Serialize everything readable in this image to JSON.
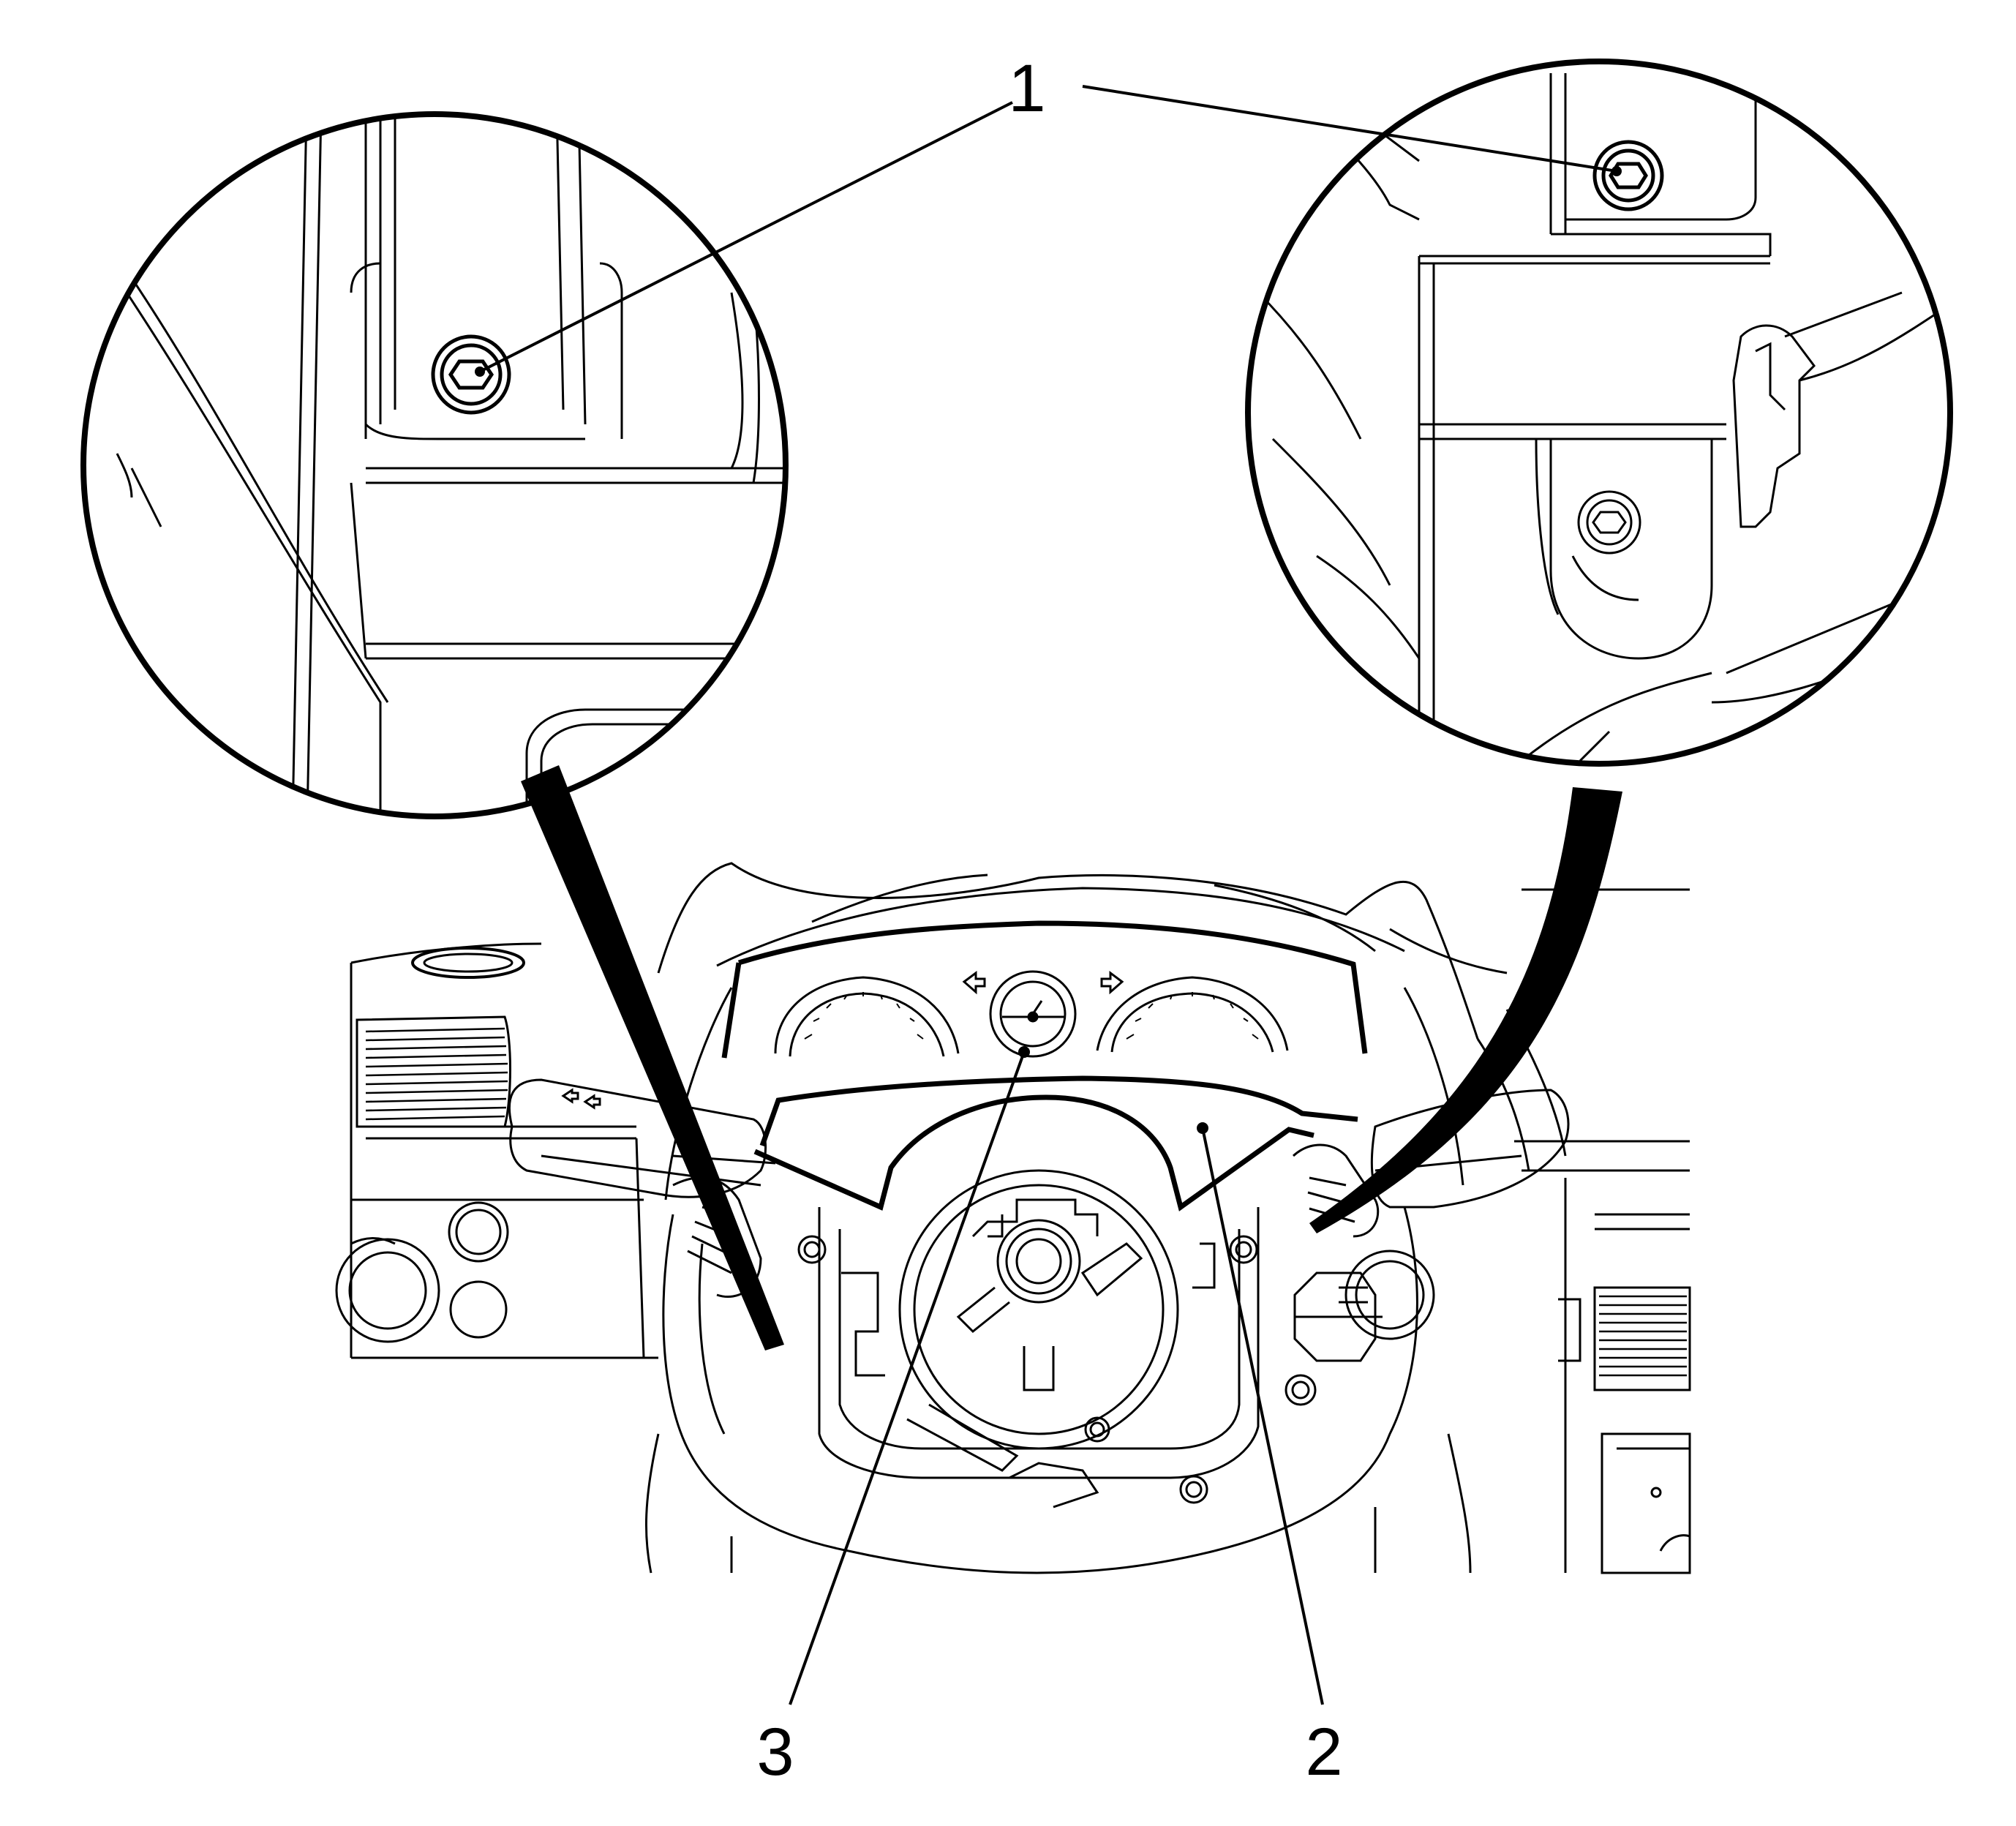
{
  "figure": {
    "callouts": [
      {
        "id": "1",
        "label": "1"
      },
      {
        "id": "2",
        "label": "2"
      },
      {
        "id": "3",
        "label": "3"
      }
    ],
    "colors": {
      "ink": "#000000",
      "paper": "#ffffff"
    }
  }
}
